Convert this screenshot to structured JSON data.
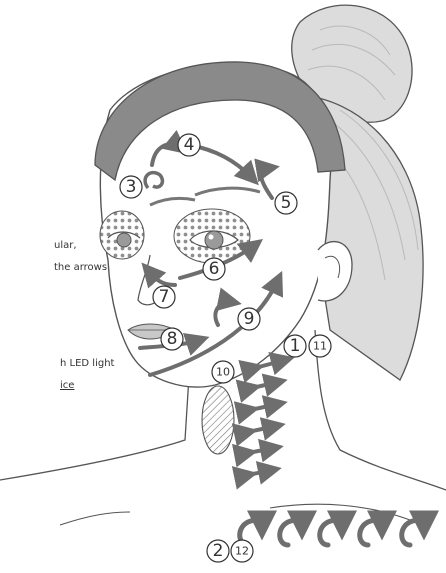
{
  "text_fragments": [
    "ular,",
    "the arrows.",
    "h LED light",
    "ice"
  ],
  "step_labels": {
    "s1": "1",
    "s2": "2",
    "s3": "3",
    "s4": "4",
    "s5": "5",
    "s6": "6",
    "s7": "7",
    "s8": "8",
    "s9": "9",
    "s10": "10",
    "s11": "11",
    "s12": "12"
  },
  "colors": {
    "skin": "#ffffff",
    "outline": "#555555",
    "hair": "#dcdcdc",
    "hair_dark": "#b9b9b9",
    "headband": "#8a8a8a",
    "arrow": "#6e6e6e",
    "dots": "#8f8f8f",
    "lips": "#c8c8c8",
    "eye": "#9a9a9a"
  }
}
